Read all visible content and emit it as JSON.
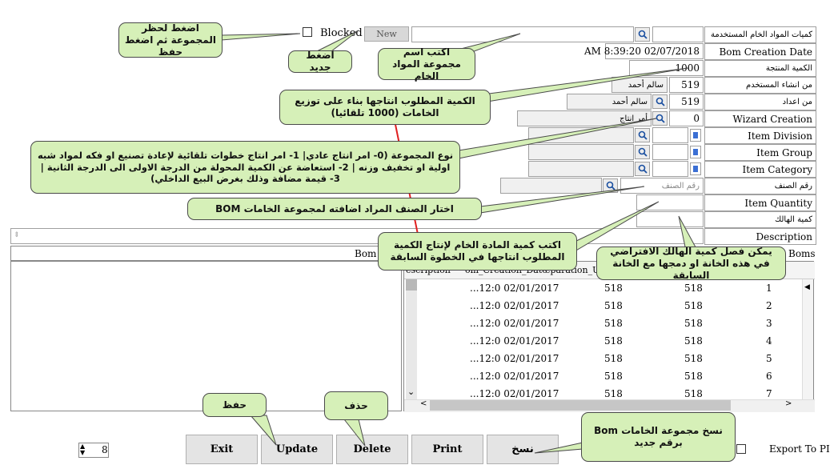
{
  "form": {
    "rows": [
      {
        "label": "كميات المواد الخام المستخدمة",
        "arabic": true
      },
      {
        "label": "Bom Creation Date",
        "value": "AM 8:39:20 02/07/2018"
      },
      {
        "label": "الكمية المنتجة",
        "arabic": true,
        "value": "1000"
      },
      {
        "label": "من انشاء المستخدم",
        "arabic": true,
        "code": "519",
        "name": "سالم أحمد"
      },
      {
        "label": "من اعداد",
        "arabic": true,
        "code": "519",
        "name": "سالم أحمد"
      },
      {
        "label": "Wizard Creation",
        "code": "0",
        "name": "أمر انتاج"
      },
      {
        "label": "Item Division"
      },
      {
        "label": "Item Group"
      },
      {
        "label": "Item Category"
      },
      {
        "label": "رقم الصنف",
        "arabic": true,
        "placeholder": "رقم الصنف"
      },
      {
        "label": "Item Quantity"
      },
      {
        "label": "كمية الهالك",
        "arabic": true
      },
      {
        "label": "Description"
      }
    ],
    "blocked_label": "Blocked",
    "new_label": "New",
    "boms_label": "Boms",
    "bom_panel_header": "Bom I"
  },
  "grid": {
    "headers": [
      "escription",
      "om_Creation_Date",
      "eparation_User"
    ],
    "rows": [
      {
        "date": "...12:0 02/01/2017",
        "a": "518",
        "b": "518",
        "n": "1"
      },
      {
        "date": "...12:0 02/01/2017",
        "a": "518",
        "b": "518",
        "n": "2"
      },
      {
        "date": "...12:0 02/01/2017",
        "a": "518",
        "b": "518",
        "n": "3"
      },
      {
        "date": "...12:0 02/01/2017",
        "a": "518",
        "b": "518",
        "n": "4"
      },
      {
        "date": "...12:0 02/01/2017",
        "a": "518",
        "b": "518",
        "n": "5"
      },
      {
        "date": "...12:0 02/01/2017",
        "a": "518",
        "b": "518",
        "n": "6"
      },
      {
        "date": "...12:0 02/01/2017",
        "a": "518",
        "b": "518",
        "n": "7"
      }
    ]
  },
  "buttons": {
    "exit": "Exit",
    "update": "Update",
    "delete": "Delete",
    "print": "Print",
    "copy": "نسخ"
  },
  "export_label": "Export To PI",
  "page_number": "8",
  "callouts": {
    "block": "اضغط لحظر المجموعة ثم اضغط حفظ",
    "new": "اضغط جديد",
    "name": "اكتب اسم مجموعة المواد الخام",
    "qty": "الكمية المطلوب انتاجها بناء على توزيع الخامات (1000 تلقائيا)",
    "type": "نوع المجموعة (0- امر انتاج عادي| 1- امر انتاج خطوات تلقائية لإعادة تصنيع او فكه لمواد شبه اولية او تخفيف وزنه | 2- استعاضة عن الكمية المحولة من الدرجة الاولى الى الدرجة الثانية | 3- قيمة مضافة وذلك بغرض البيع الداخلي)",
    "item": "BOM اختار الصنف المراد اضافته لمجموعة الخامات",
    "raw_qty": "اكتب كمية المادة الخام لإنتاج الكمية المطلوب انتاجها في الخطوة السابقة",
    "waste": "يمكن فصل كمية الهالك الافتراضي في هذه الخانة او دمجها مع الخانة السابقة",
    "save": "حفظ",
    "delete": "حذف",
    "copy": "Bom نسخ مجموعة الخامات برقم جديد"
  },
  "colors": {
    "callout": "#d6f0b8",
    "accent": "#3b6fd4",
    "arrow": "#e02020"
  }
}
